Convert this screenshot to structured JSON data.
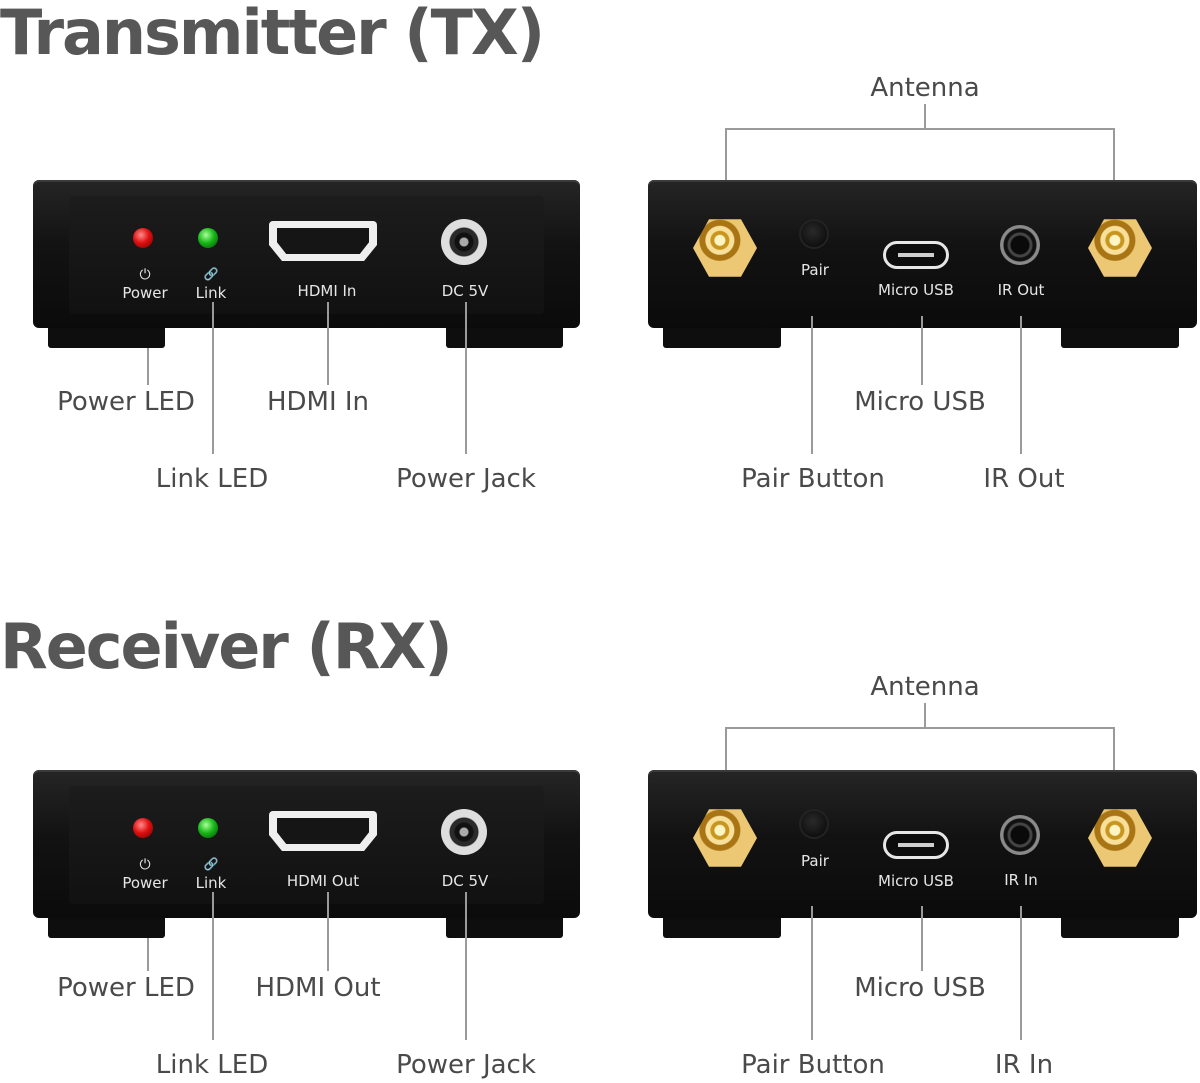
{
  "transmitter": {
    "title": "Transmitter (TX)",
    "front": {
      "power_icon": "⏻",
      "power_label": "Power",
      "link_icon": "🔗",
      "link_label": "Link",
      "hdmi_label": "HDMI In",
      "dc_label": "DC 5V"
    },
    "back": {
      "pair_label": "Pair",
      "usb_label": "Micro USB",
      "ir_label": "IR Out"
    },
    "callouts": {
      "power_led": "Power LED",
      "link_led": "Link LED",
      "hdmi": "HDMI In",
      "power_jack": "Power Jack",
      "antenna": "Antenna",
      "micro_usb": "Micro USB",
      "pair_button": "Pair Button",
      "ir": "IR Out"
    }
  },
  "receiver": {
    "title": "Receiver (RX)",
    "front": {
      "power_icon": "⏻",
      "power_label": "Power",
      "link_icon": "🔗",
      "link_label": "Link",
      "hdmi_label": "HDMI Out",
      "dc_label": "DC 5V"
    },
    "back": {
      "pair_label": "Pair",
      "usb_label": "Micro USB",
      "ir_label": "IR In"
    },
    "callouts": {
      "power_led": "Power LED",
      "link_led": "Link LED",
      "hdmi": "HDMI Out",
      "power_jack": "Power Jack",
      "antenna": "Antenna",
      "micro_usb": "Micro USB",
      "pair_button": "Pair Button",
      "ir": "IR In"
    }
  },
  "colors": {
    "title": "#575757",
    "callout_text": "#4a4a4a",
    "leader_line": "#9a9a9a",
    "device_body": "#121212",
    "led_red": "#e01010",
    "led_green": "#18b818",
    "antenna_gold": "#d4a53a"
  }
}
